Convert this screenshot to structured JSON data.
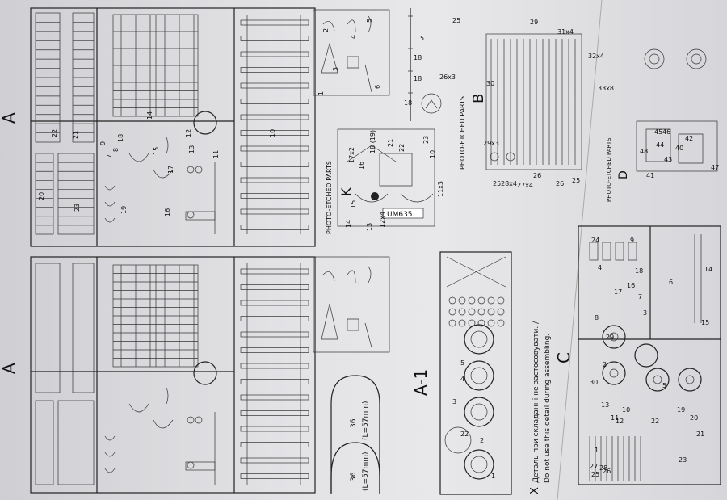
{
  "sprues": {
    "a_top": {
      "letter": "A"
    },
    "a_bottom": {
      "letter": "A"
    },
    "a1": {
      "letter": "A-1"
    },
    "b": {
      "letter": "B",
      "caption": "PHOTO-ETCHED PARTS"
    },
    "c": {
      "letter": "C"
    },
    "d": {
      "letter": "D",
      "caption": "PHOTO-ETCHED PARTS"
    },
    "k": {
      "letter": "K",
      "caption": "PHOTO-ETCHED PARTS",
      "brand": "UM635"
    }
  },
  "part_labels_a": [
    "22",
    "21",
    "20",
    "23",
    "19",
    "18",
    "16",
    "14",
    "15",
    "17",
    "13",
    "11",
    "10",
    "1",
    "2",
    "3",
    "4",
    "5",
    "6",
    "12",
    "9",
    "7",
    "8"
  ],
  "rods": {
    "length_label": "(L=57mm)",
    "part": "36"
  },
  "part_labels_b": [
    "25",
    "18",
    "18",
    "18",
    "26x3",
    "5",
    "29",
    "31x4",
    "32x4",
    "30",
    "33x8",
    "29x3",
    "28x4",
    "27x4",
    "26",
    "25",
    "26",
    "25"
  ],
  "part_labels_k": [
    "17x2",
    "18 (19)",
    "16",
    "21",
    "22",
    "23",
    "10",
    "15",
    "14",
    "13",
    "12x4",
    "11x3"
  ],
  "part_labels_d": [
    "45",
    "46",
    "47",
    "48",
    "40",
    "41",
    "43",
    "44",
    "42"
  ],
  "part_labels_a1": [
    "1",
    "2",
    "3",
    "4",
    "5",
    "22"
  ],
  "part_labels_c": [
    "1",
    "2",
    "3",
    "4",
    "5",
    "6",
    "7",
    "8",
    "9",
    "10",
    "11",
    "12",
    "13",
    "14",
    "15",
    "16",
    "17",
    "18",
    "19",
    "20",
    "21",
    "22",
    "23",
    "24",
    "25",
    "26",
    "27",
    "28",
    "29",
    "30"
  ],
  "notice": {
    "ukrainian": "Деталь при складанні не застосовувати. /",
    "english": "Do not use this detail during assembling.",
    "symbol": "X"
  }
}
